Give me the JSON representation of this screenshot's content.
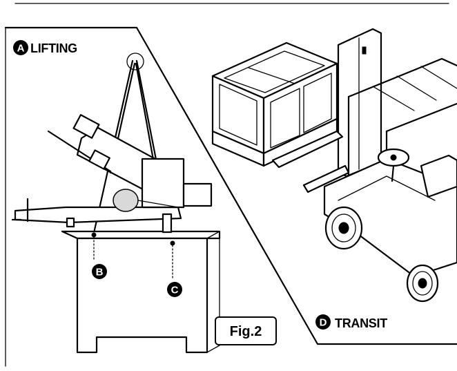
{
  "labels": {
    "lifting": {
      "badge": "A",
      "text": "LIFTING"
    },
    "point_b": {
      "badge": "B"
    },
    "point_c": {
      "badge": "C"
    },
    "transit": {
      "badge": "D",
      "text": "TRANSIT"
    },
    "figure": "Fig.2"
  }
}
